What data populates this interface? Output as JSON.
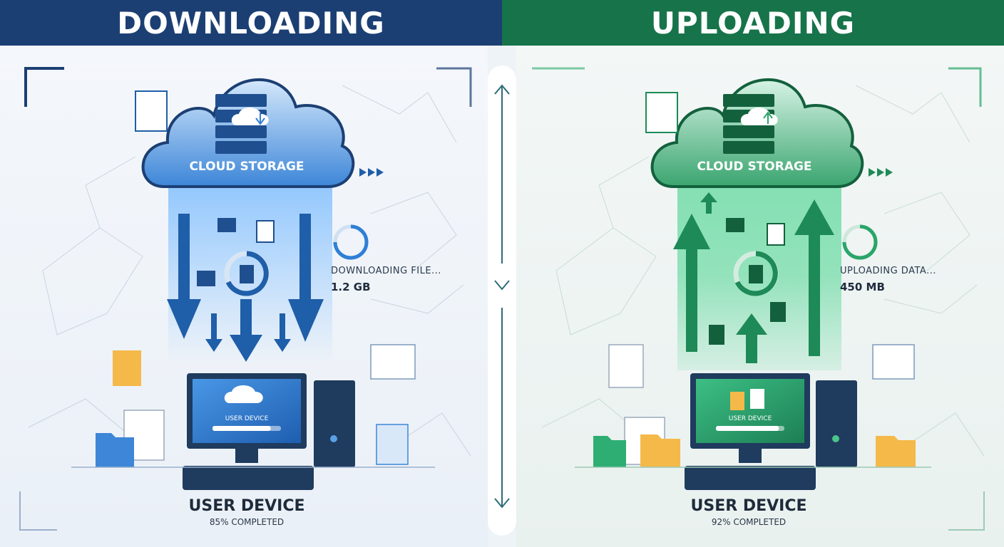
{
  "download": {
    "title": "DOWNLOADING",
    "cloud_label": "CLOUD STORAGE",
    "status_text": "DOWNLOADING FILE...",
    "size": "1.2 GB",
    "screen_label": "USER DEVICE",
    "device_label": "USER DEVICE",
    "progress_label": "85% COMPLETED",
    "progress": 0.85,
    "accent": "#2f7fd6",
    "header_color": "#1c3f73"
  },
  "upload": {
    "title": "UPLOADING",
    "cloud_label": "CLOUD STORAGE",
    "status_text": "UPLOADING DATA...",
    "size": "450 MB",
    "screen_label": "USER DEVICE",
    "device_label": "USER DEVICE",
    "progress_label": "92% COMPLETED",
    "progress": 0.92,
    "accent": "#2aa56a",
    "header_color": "#17734a"
  },
  "icons": [
    "cloud-icon",
    "server-icon",
    "document-icon",
    "folder-icon",
    "monitor-icon",
    "keyboard-icon",
    "computer-tower-icon",
    "arrow-down-icon",
    "arrow-up-icon",
    "ring-progress-icon"
  ]
}
